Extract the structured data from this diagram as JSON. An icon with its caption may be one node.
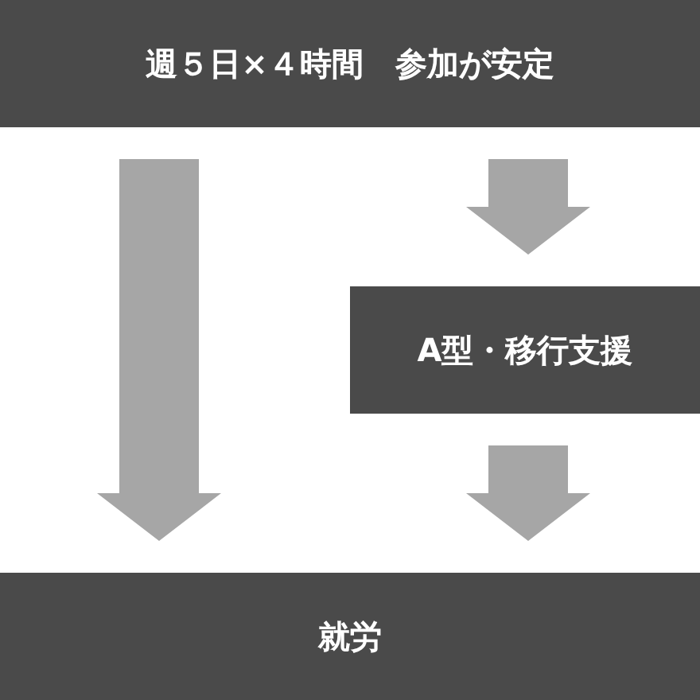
{
  "diagram": {
    "nodes": [
      {
        "text": [
          "週５日×４時間　参加が安定"
        ]
      },
      {
        "text": [
          "A型・移行支援"
        ]
      },
      {
        "text": [
          "就労"
        ]
      }
    ],
    "edges": [
      {
        "from": 0,
        "to": 2,
        "arrow": "to"
      },
      {
        "from": 0,
        "to": 1,
        "arrow": "to"
      },
      {
        "from": 1,
        "to": 2,
        "arrow": "to"
      }
    ]
  }
}
